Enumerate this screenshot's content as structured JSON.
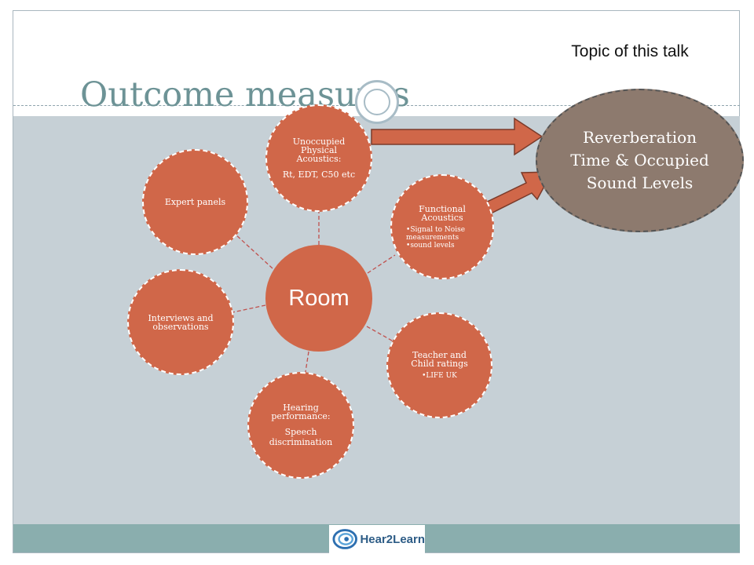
{
  "slide": {
    "title": "Outcome measures"
  },
  "diagram": {
    "center": {
      "label": "Room"
    },
    "nodes": [
      {
        "id": "unoccupied",
        "title": "Unoccupied Physical Acoustics:",
        "sub": "Rt, EDT, C50 etc"
      },
      {
        "id": "functional",
        "title": "Functional Acoustics",
        "bullets": [
          "Signal to Noise measurements",
          "sound levels"
        ]
      },
      {
        "id": "teacher",
        "title": "Teacher and Child ratings",
        "bullets": [
          "LIFE UK"
        ]
      },
      {
        "id": "hearing",
        "title": "Hearing performance:",
        "sub": "Speech discrimination"
      },
      {
        "id": "interviews",
        "title": "Interviews and observations"
      },
      {
        "id": "expert",
        "title": "Expert panels"
      }
    ],
    "highlight": {
      "label": "Reverberation Time & Occupied Sound Levels"
    },
    "callout": "Topic of this talk"
  },
  "footer": {
    "logo_text": "Hear2Learn"
  },
  "colors": {
    "title": "#6d9396",
    "node_fill": "#d06749",
    "highlight_fill": "#8d7a6e",
    "panel": "#c6d0d6",
    "footer": "#8aaeae"
  }
}
